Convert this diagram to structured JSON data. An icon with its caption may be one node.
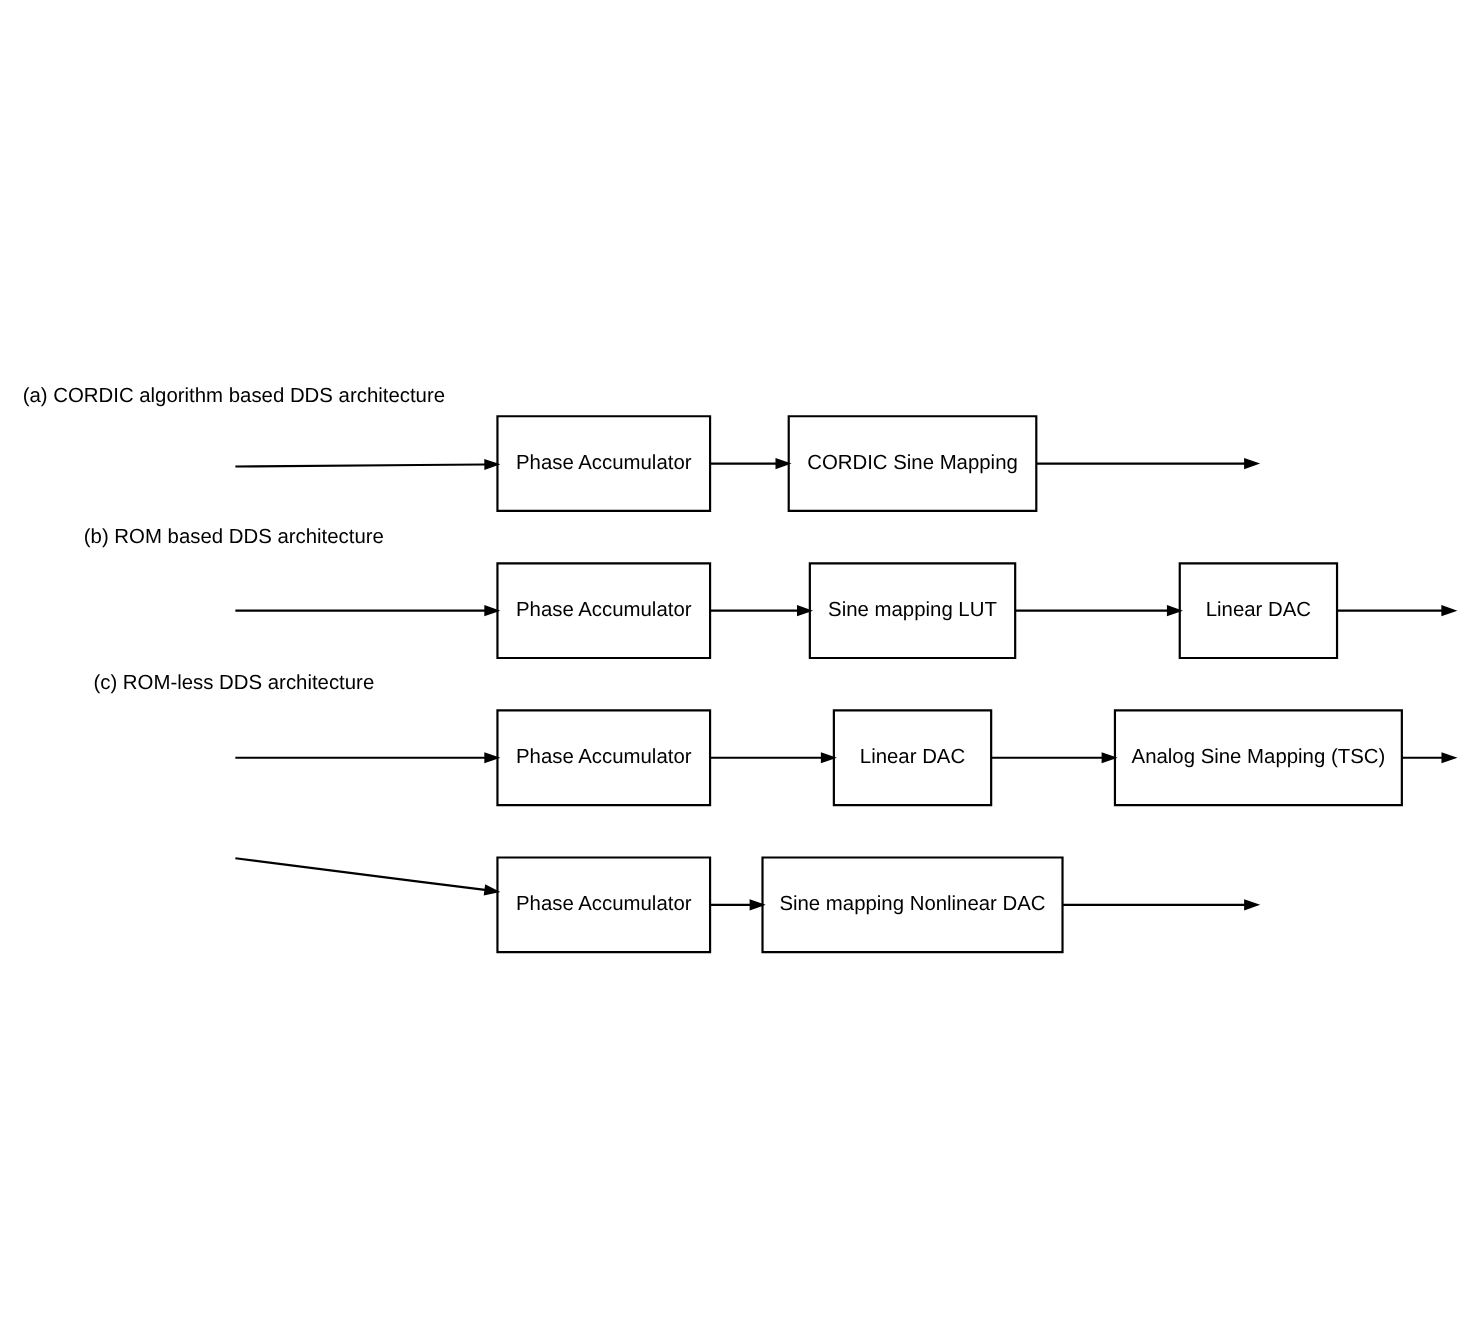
{
  "diagram": {
    "nodes": [
      {
        "text": [
          "Phase Accumulator"
        ]
      },
      {
        "text": [
          "CORDIC Sine Mapping"
        ]
      },
      {
        "text": [
          "Phase Accumulator"
        ]
      },
      {
        "text": [
          "Sine mapping LUT"
        ]
      },
      {
        "text": [
          "Linear DAC"
        ]
      },
      {
        "text": [
          "Phase Accumulator"
        ]
      },
      {
        "text": [
          "Linear DAC"
        ]
      },
      {
        "text": [
          "Analog Sine Mapping (TSC)"
        ]
      },
      {
        "text": [
          "Phase Accumulator"
        ]
      },
      {
        "text": [
          "Sine mapping Nonlinear DAC"
        ]
      }
    ],
    "edges": [
      {
        "from": null,
        "to": 0,
        "arrow": "to"
      },
      {
        "from": 0,
        "to": 1,
        "arrow": "to"
      },
      {
        "from": 1,
        "to": null,
        "arrow": "to"
      },
      {
        "from": null,
        "to": 2,
        "arrow": "to"
      },
      {
        "from": 2,
        "to": 3,
        "arrow": "to"
      },
      {
        "from": 3,
        "to": 4,
        "arrow": "to"
      },
      {
        "from": 4,
        "to": null,
        "arrow": "to"
      },
      {
        "from": null,
        "to": 5,
        "arrow": "to"
      },
      {
        "from": 5,
        "to": 6,
        "arrow": "to"
      },
      {
        "from": 6,
        "to": 7,
        "arrow": "to"
      },
      {
        "from": 7,
        "to": null,
        "arrow": "to"
      },
      {
        "from": null,
        "to": 8,
        "arrow": "to"
      },
      {
        "from": 8,
        "to": 9,
        "arrow": "to"
      },
      {
        "from": 9,
        "to": null,
        "arrow": "to"
      }
    ],
    "labels": [
      "(a) CORDIC algorithm based DDS architecture",
      "(b) ROM based DDS architecture",
      "(c) ROM-less DDS architecture"
    ]
  }
}
